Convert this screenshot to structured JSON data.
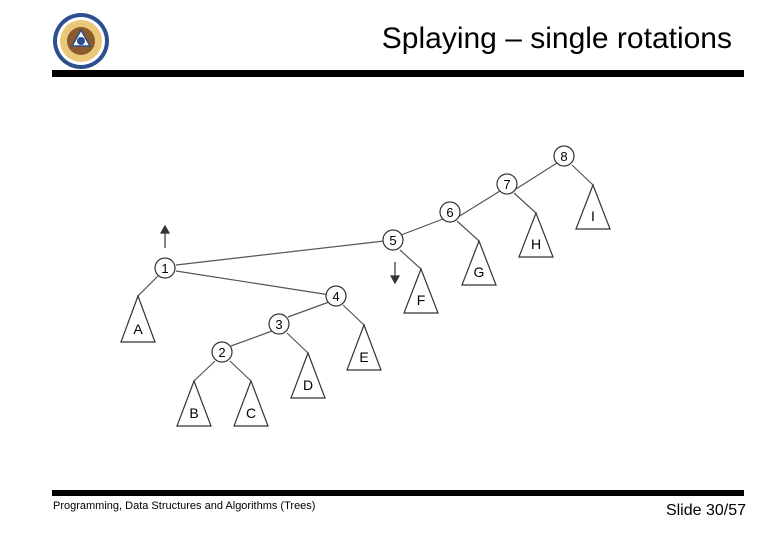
{
  "slide": {
    "title": "Splaying – single rotations",
    "footer_left": "Programming, Data Structures and Algorithms  (Trees)",
    "footer_right": "Slide 30/57"
  },
  "tree": {
    "nodes": [
      {
        "id": "n8",
        "label": "8"
      },
      {
        "id": "n7",
        "label": "7"
      },
      {
        "id": "n6",
        "label": "6"
      },
      {
        "id": "n5",
        "label": "5"
      },
      {
        "id": "n4",
        "label": "4"
      },
      {
        "id": "n3",
        "label": "3"
      },
      {
        "id": "n2",
        "label": "2"
      },
      {
        "id": "n1",
        "label": "1"
      }
    ],
    "subtrees": [
      {
        "id": "tA",
        "label": "A"
      },
      {
        "id": "tB",
        "label": "B"
      },
      {
        "id": "tC",
        "label": "C"
      },
      {
        "id": "tD",
        "label": "D"
      },
      {
        "id": "tE",
        "label": "E"
      },
      {
        "id": "tF",
        "label": "F"
      },
      {
        "id": "tG",
        "label": "G"
      },
      {
        "id": "tH",
        "label": "H"
      },
      {
        "id": "tI",
        "label": "I"
      }
    ],
    "edges": [
      [
        "n8",
        "n7"
      ],
      [
        "n8",
        "tI"
      ],
      [
        "n7",
        "n6"
      ],
      [
        "n7",
        "tH"
      ],
      [
        "n6",
        "n5"
      ],
      [
        "n6",
        "tG"
      ],
      [
        "n5",
        "n1"
      ],
      [
        "n5",
        "tF"
      ],
      [
        "n1",
        "tA"
      ],
      [
        "n1",
        "n4"
      ],
      [
        "n4",
        "n3"
      ],
      [
        "n4",
        "tE"
      ],
      [
        "n3",
        "n2"
      ],
      [
        "n3",
        "tD"
      ],
      [
        "n2",
        "tB"
      ],
      [
        "n2",
        "tC"
      ]
    ],
    "arrows": [
      {
        "near": "n1",
        "direction": "up"
      },
      {
        "near": "n5",
        "direction": "down"
      }
    ]
  }
}
